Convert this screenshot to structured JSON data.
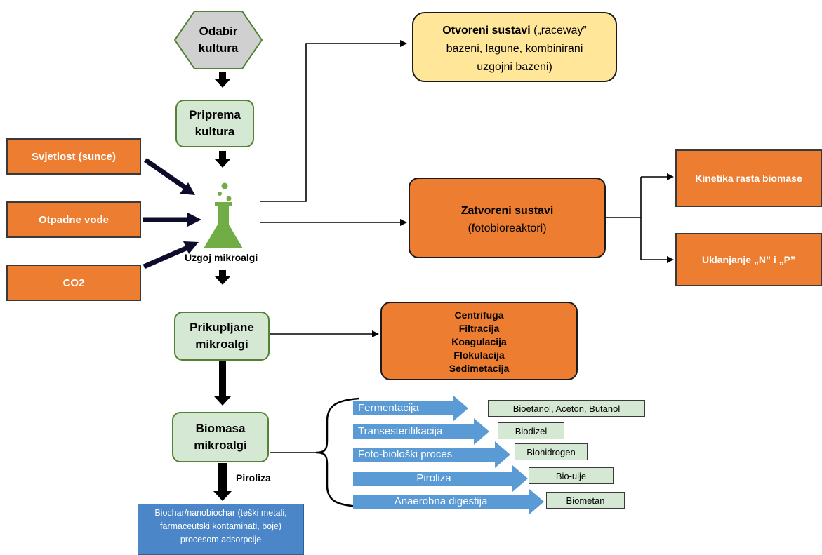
{
  "nodes": {
    "odabir": "Odabir kultura",
    "priprema": "Priprema kultura",
    "svjetlost": "Svjetlost (sunce)",
    "otpadne": "Otpadne vode",
    "co2": "CO2",
    "uzgoj": "Uzgoj mikroalgi",
    "otvoreni_bold": "Otvoreni sustavi",
    "otvoreni_rest_1": " („raceway”",
    "otvoreni_line2": "bazeni, lagune, kombinirani",
    "otvoreni_line3": "uzgojni bazeni)",
    "zatvoreni_line1": "Zatvoreni sustavi",
    "zatvoreni_line2": "(fotobioreaktori)",
    "kinetika": "Kinetika rasta biomase",
    "uklanjanje": "Uklanjanje „N” i „P”",
    "prikupljanje": "Prikupljane mikroalgi",
    "methods": [
      "Centrifuga",
      "Filtracija",
      "Koagulacija",
      "Flokulacija",
      "Sedimetacija"
    ],
    "biomasa": "Biomasa mikroalgi",
    "piroliza_label": "Piroliza",
    "biochar_line1": "Biochar/nanobiochar (teški metali,",
    "biochar_line2": "farmaceutski kontaminati, boje)",
    "biochar_line3": "procesom adsorpcije"
  },
  "processes": [
    {
      "process": "Fermentacija",
      "product": "Bioetanol, Aceton, Butanol"
    },
    {
      "process": "Transesterifikacija",
      "product": "Biodizel"
    },
    {
      "process": "Foto-biološki proces",
      "product": "Biohidrogen"
    },
    {
      "process": "Piroliza",
      "product": "Bio-ulje"
    },
    {
      "process": "Anaerobna digestija",
      "product": "Biometan"
    }
  ],
  "colors": {
    "orange": "#ed7d31",
    "light_green": "#d5e8d4",
    "yellow": "#ffe699",
    "blue_arrow": "#5b9bd5",
    "biochar_blue": "#4a86c8",
    "hexagon_gray": "#d0d0d0"
  },
  "icons": {
    "flask": "flask-icon"
  }
}
